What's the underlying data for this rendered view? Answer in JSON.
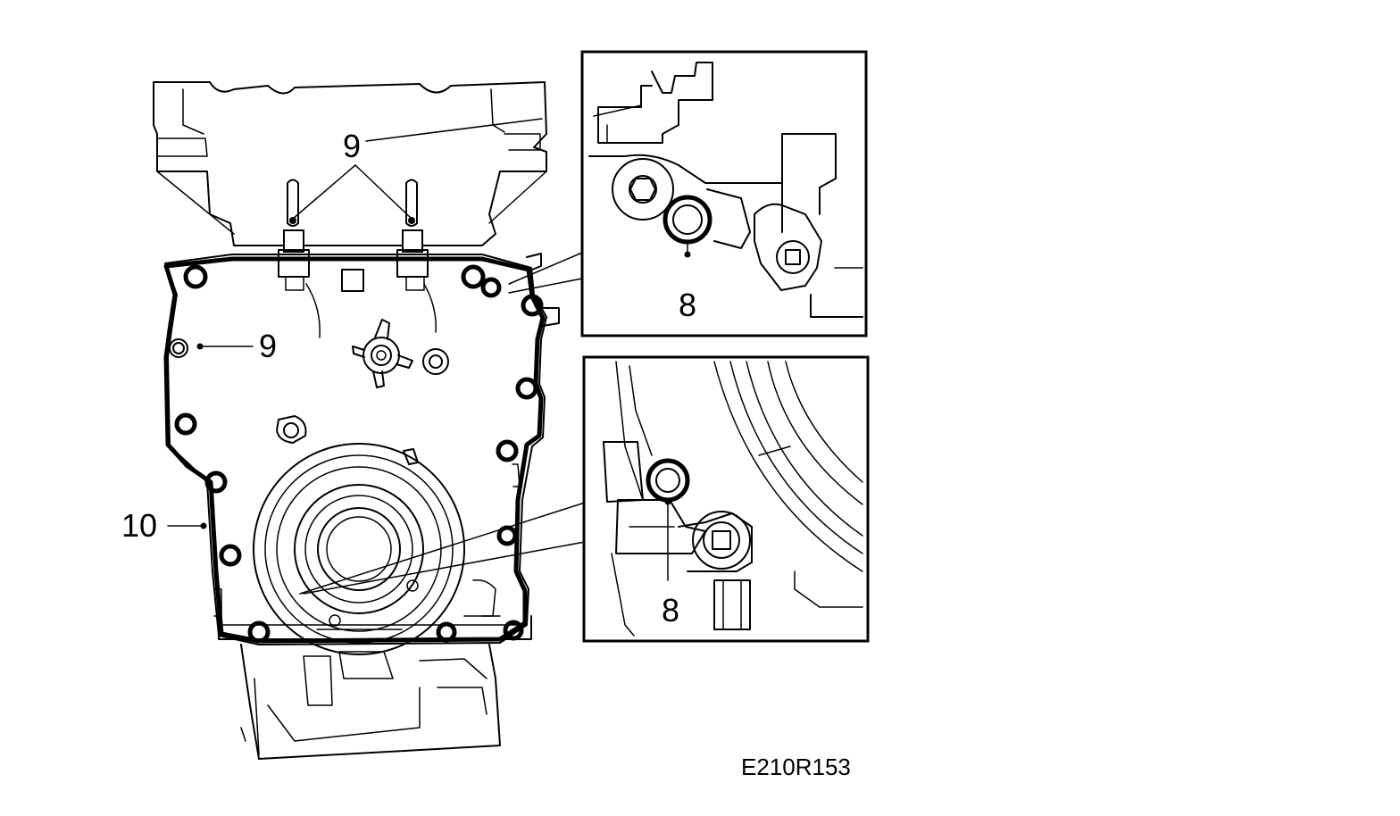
{
  "labels": {
    "gasket_bolts_top": "9",
    "gasket_bolt_side": "9",
    "seal_detail_upper": "8",
    "seal_detail_lower": "8",
    "gasket": "10"
  },
  "figure_reference": "E210R153"
}
